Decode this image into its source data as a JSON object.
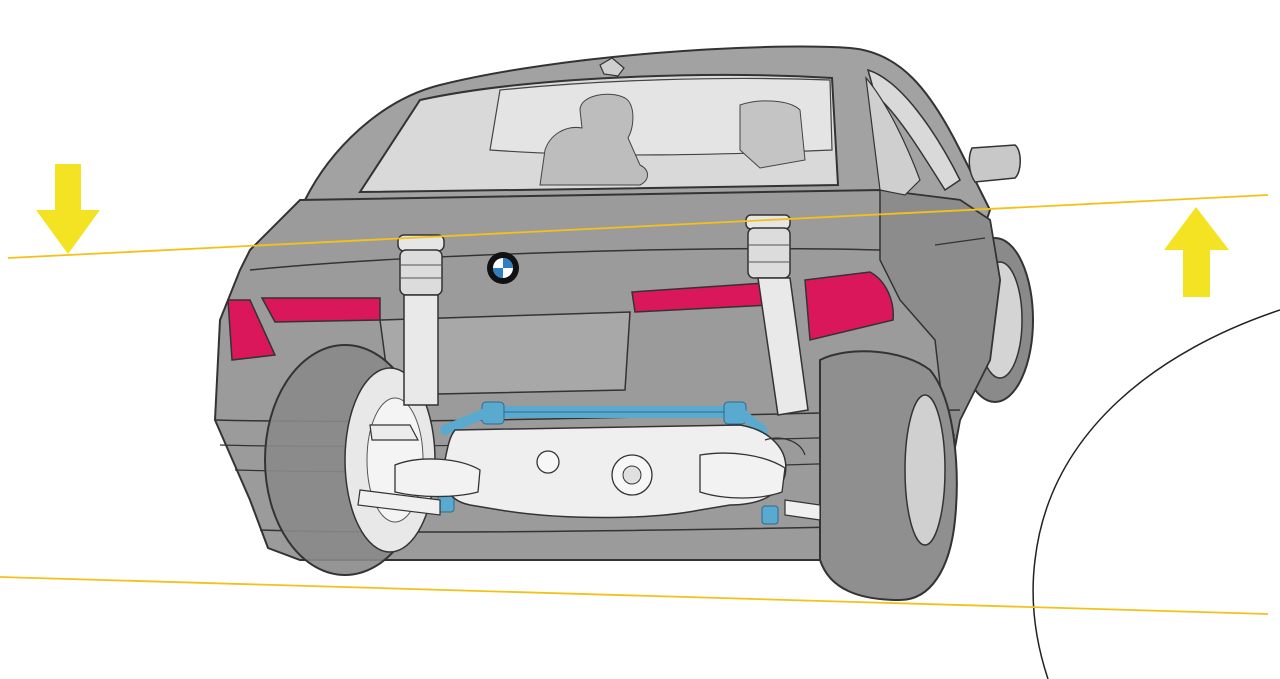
{
  "diagram": {
    "labels": [],
    "colors": {
      "background": "#ffffff",
      "car_body": "#9b9b9b",
      "car_body_dark": "#7e7e7e",
      "car_outline": "#3a3a3a",
      "window": "#d9d9d9",
      "tail_light": "#d9175a",
      "suspension_parts": "#efefef",
      "stabilizer_bar": "#5aa9cf",
      "level_line": "#f3c21a",
      "arrow": "#f3e323",
      "road_curve": "#222222"
    },
    "icons": [
      "down-arrow-icon",
      "up-arrow-icon",
      "bmw-logo-icon"
    ],
    "components": [
      "car-body",
      "rear-window",
      "tail-lights",
      "air-spring-left",
      "air-spring-right",
      "rear-subframe",
      "anti-roll-bar",
      "rear-wheel-left",
      "rear-wheel-right",
      "level-line-top",
      "level-line-bottom",
      "road-curve"
    ]
  }
}
